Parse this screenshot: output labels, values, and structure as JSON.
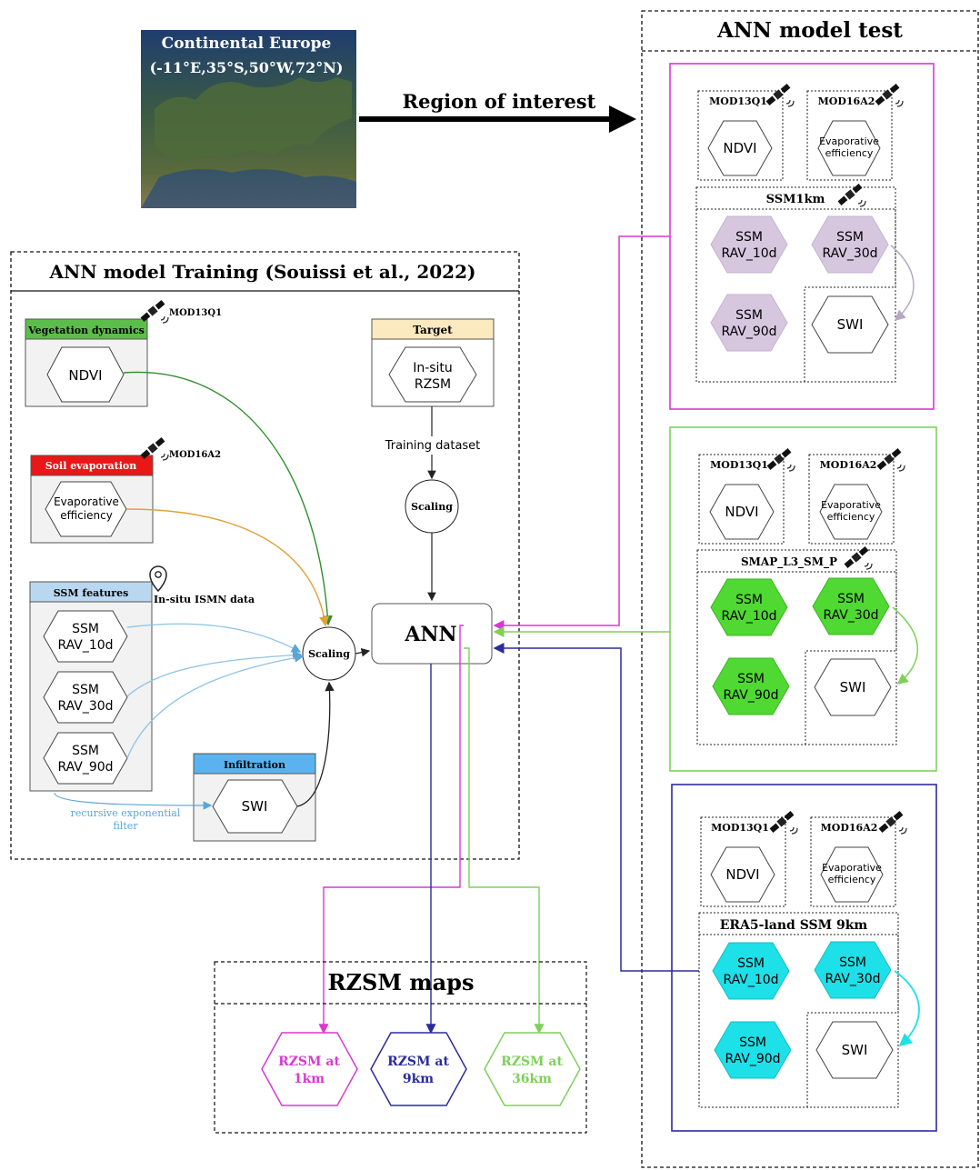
{
  "europe": {
    "title": "Continental Europe",
    "coords": "(-11°E,35°S,50°W,72°N)"
  },
  "region_label": "Region of interest",
  "training": {
    "title": "ANN model Training (Souissi et al., 2022)",
    "veg_header": "Vegetation dynamics",
    "veg_source": "MOD13Q1",
    "ndvi": "NDVI",
    "soil_header": "Soil evaporation",
    "soil_source": "MOD16A2",
    "evap_line1": "Evaporative",
    "evap_line2": "efficiency",
    "ssm_header": "SSM features",
    "insitu_label": "In-situ ISMN data",
    "ssm10_l1": "SSM",
    "ssm10_l2": "RAV_10d",
    "ssm30_l1": "SSM",
    "ssm30_l2": "RAV_30d",
    "ssm90_l1": "SSM",
    "ssm90_l2": "RAV_90d",
    "infil_header": "Infiltration",
    "swi": "SWI",
    "ref_label_1": "recursive exponential",
    "ref_label_2": "filter",
    "target_header": "Target",
    "target_l1": "In-situ",
    "target_l2": "RZSM",
    "training_dataset": "Training dataset",
    "scaling": "Scaling",
    "ann": "ANN"
  },
  "test": {
    "title": "ANN model test",
    "panels": [
      {
        "mod13": "MOD13Q1",
        "mod16": "MOD16A2",
        "ndvi": "NDVI",
        "evap1": "Evaporative",
        "evap2": "efficiency",
        "ssm_title": "SSM1km",
        "ssm": "SSM",
        "r10": "RAV_10d",
        "r30": "RAV_30d",
        "r90": "RAV_90d",
        "swi": "SWI"
      },
      {
        "mod13": "MOD13Q1",
        "mod16": "MOD16A2",
        "ndvi": "NDVI",
        "evap1": "Evaporative",
        "evap2": "efficiency",
        "ssm_title": "SMAP_L3_SM_P",
        "ssm": "SSM",
        "r10": "RAV_10d",
        "r30": "RAV_30d",
        "r90": "RAV_90d",
        "swi": "SWI"
      },
      {
        "mod13": "MOD13Q1",
        "mod16": "MOD16A2",
        "ndvi": "NDVI",
        "evap1": "Evaporative",
        "evap2": "efficiency",
        "ssm_title": "ERA5-land SSM 9km",
        "ssm": "SSM",
        "r10": "RAV_10d",
        "r30": "RAV_30d",
        "r90": "RAV_90d",
        "swi": "SWI"
      }
    ]
  },
  "maps": {
    "title": "RZSM maps",
    "m1_l1": "RZSM at",
    "m1_l2": "1km",
    "m2_l1": "RZSM at",
    "m2_l2": "9km",
    "m3_l1": "RZSM at",
    "m3_l2": "36km"
  },
  "colors": {
    "magenta": "#d63ad0",
    "green": "#7ed05a",
    "navy": "#2b2b9e",
    "veg_green": "#5cbe4a",
    "soil_red": "#e81818",
    "ssm_blue": "#b9d7f0",
    "target_yellow": "#fbe9bf",
    "infil_blue": "#5ab3ee",
    "lilac": "#d6c7df",
    "bright_green": "#4fd932",
    "cyan": "#1de0e8"
  }
}
